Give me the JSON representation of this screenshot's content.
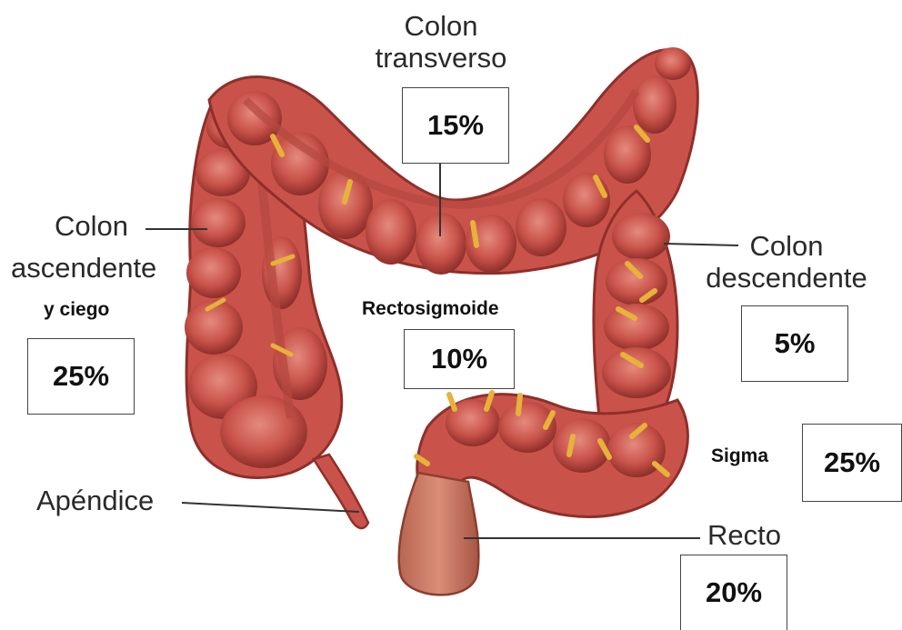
{
  "labels": {
    "transverso": {
      "line1": "Colon",
      "line2": "transverso",
      "percent": "15%"
    },
    "ascendente": {
      "line1": "Colon",
      "line2": "ascendente",
      "line3": "y ciego",
      "percent": "25%"
    },
    "descendente": {
      "line1": "Colon",
      "line2": "descendente",
      "percent": "5%"
    },
    "rectosigmoide": {
      "name": "Rectosigmoide",
      "percent": "10%"
    },
    "sigma": {
      "name": "Sigma",
      "percent": "25%"
    },
    "recto": {
      "name": "Recto",
      "percent": "20%"
    },
    "apendice": {
      "name": "Apéndice"
    }
  },
  "colors": {
    "bowel_fill": "#c9534a",
    "bowel_dark": "#8e2f2a",
    "bowel_highlight": "#e0857a",
    "vessel": "#e6b23a",
    "rectum": "#c77560",
    "leader_line": "#333333"
  }
}
